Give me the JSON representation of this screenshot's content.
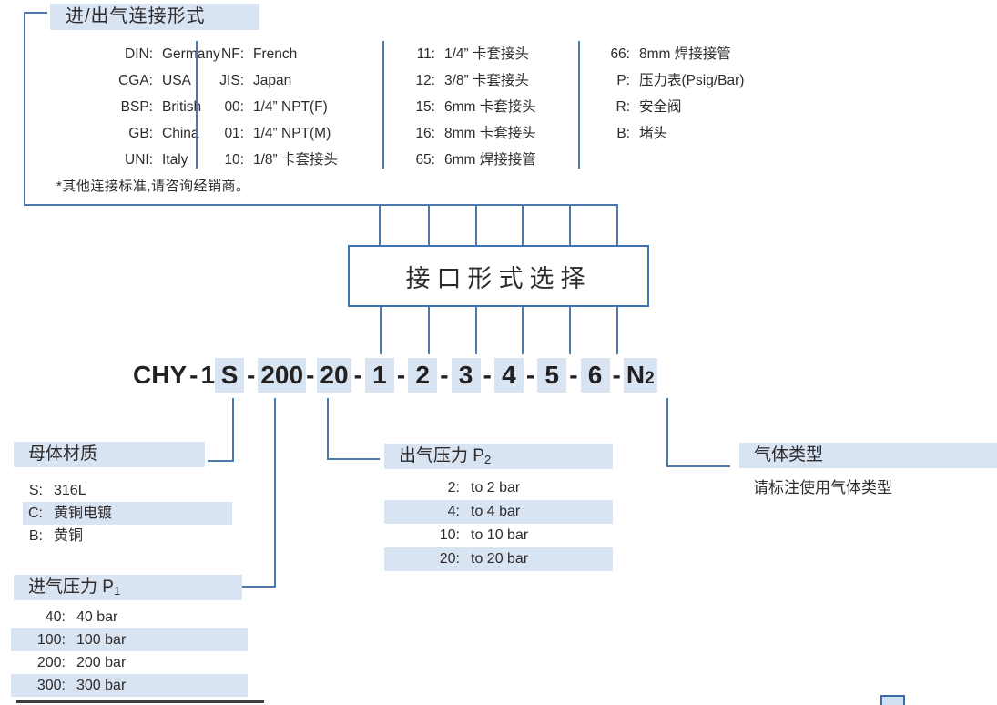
{
  "colors": {
    "highlight": "#d8e4f2",
    "line": "#4d79aa",
    "box_border": "#4273b8",
    "text": "#2f2a2b",
    "code_text": "#232021"
  },
  "connection": {
    "title": "进/出气连接形式",
    "note": "*其他连接标准,请咨询经销商。",
    "col1": [
      {
        "key": "DIN:",
        "value": "Germany"
      },
      {
        "key": "CGA:",
        "value": "USA"
      },
      {
        "key": "BSP:",
        "value": "British"
      },
      {
        "key": "GB:",
        "value": "China"
      },
      {
        "key": "UNI:",
        "value": "Italy"
      }
    ],
    "col2": [
      {
        "key": "NF:",
        "value": "French"
      },
      {
        "key": "JIS:",
        "value": "Japan"
      },
      {
        "key": "00:",
        "value": "1/4” NPT(F)"
      },
      {
        "key": "01:",
        "value": "1/4” NPT(M)"
      },
      {
        "key": "10:",
        "value": "1/8”  卡套接头"
      }
    ],
    "col3": [
      {
        "key": "11:",
        "value": "1/4”  卡套接头"
      },
      {
        "key": "12:",
        "value": "3/8”  卡套接头"
      },
      {
        "key": "15:",
        "value": "6mm 卡套接头"
      },
      {
        "key": "16:",
        "value": "8mm 卡套接头"
      },
      {
        "key": "65:",
        "value": "6mm 焊接接管"
      }
    ],
    "col4": [
      {
        "key": "66:",
        "value": "8mm 焊接接管"
      },
      {
        "key": "P:",
        "value": "压力表(Psig/Bar)"
      },
      {
        "key": "R:",
        "value": "安全阀"
      },
      {
        "key": "B:",
        "value": "堵头"
      }
    ]
  },
  "selector_box": {
    "label": "接口形式选择"
  },
  "model_code": {
    "full": "CHY - 1S -200- 20 - 1 - 2 - 3 - 4 - 5 - 6 - N2",
    "segments": [
      {
        "text": "CHY"
      },
      {
        "text": "-",
        "dash": true
      },
      {
        "text": "1"
      },
      {
        "text": "S",
        "highlight": true,
        "tight": true
      },
      {
        "text": "-",
        "dash": true
      },
      {
        "text": "200",
        "highlight": true,
        "tight": true
      },
      {
        "text": "-",
        "dash": true,
        "tight": true
      },
      {
        "text": "20",
        "highlight": true
      },
      {
        "text": "-",
        "dash": true
      },
      {
        "text": "1",
        "highlight": true
      },
      {
        "text": "-",
        "dash": true
      },
      {
        "text": "2",
        "highlight": true
      },
      {
        "text": "-",
        "dash": true
      },
      {
        "text": "3",
        "highlight": true
      },
      {
        "text": "-",
        "dash": true
      },
      {
        "text": "4",
        "highlight": true
      },
      {
        "text": "-",
        "dash": true
      },
      {
        "text": "5",
        "highlight": true
      },
      {
        "text": "-",
        "dash": true
      },
      {
        "text": "6",
        "highlight": true
      },
      {
        "text": "-",
        "dash": true
      },
      {
        "text": "N",
        "sub": "2",
        "highlight": true
      }
    ]
  },
  "body_material": {
    "title": "母体材质",
    "items": [
      {
        "key": "S:",
        "value": "316L"
      },
      {
        "key": "C:",
        "value": "黄铜电镀",
        "highlight": true
      },
      {
        "key": "B:",
        "value": "黄铜"
      }
    ]
  },
  "inlet_pressure": {
    "title": "进气压力 P",
    "title_sub": "1",
    "items": [
      {
        "key": "40:",
        "value": "40 bar"
      },
      {
        "key": "100:",
        "value": "100 bar",
        "highlight": true
      },
      {
        "key": "200:",
        "value": "200 bar"
      },
      {
        "key": "300:",
        "value": "300 bar",
        "highlight": true
      }
    ]
  },
  "outlet_pressure": {
    "title": "出气压力 P",
    "title_sub": "2",
    "items": [
      {
        "key": "2:",
        "value": "to 2 bar"
      },
      {
        "key": "4:",
        "value": "to 4 bar",
        "highlight": true
      },
      {
        "key": "10:",
        "value": "to 10 bar"
      },
      {
        "key": "20:",
        "value": "to 20 bar",
        "highlight": true
      }
    ]
  },
  "gas_type": {
    "title": "气体类型",
    "description": "请标注使用气体类型"
  }
}
